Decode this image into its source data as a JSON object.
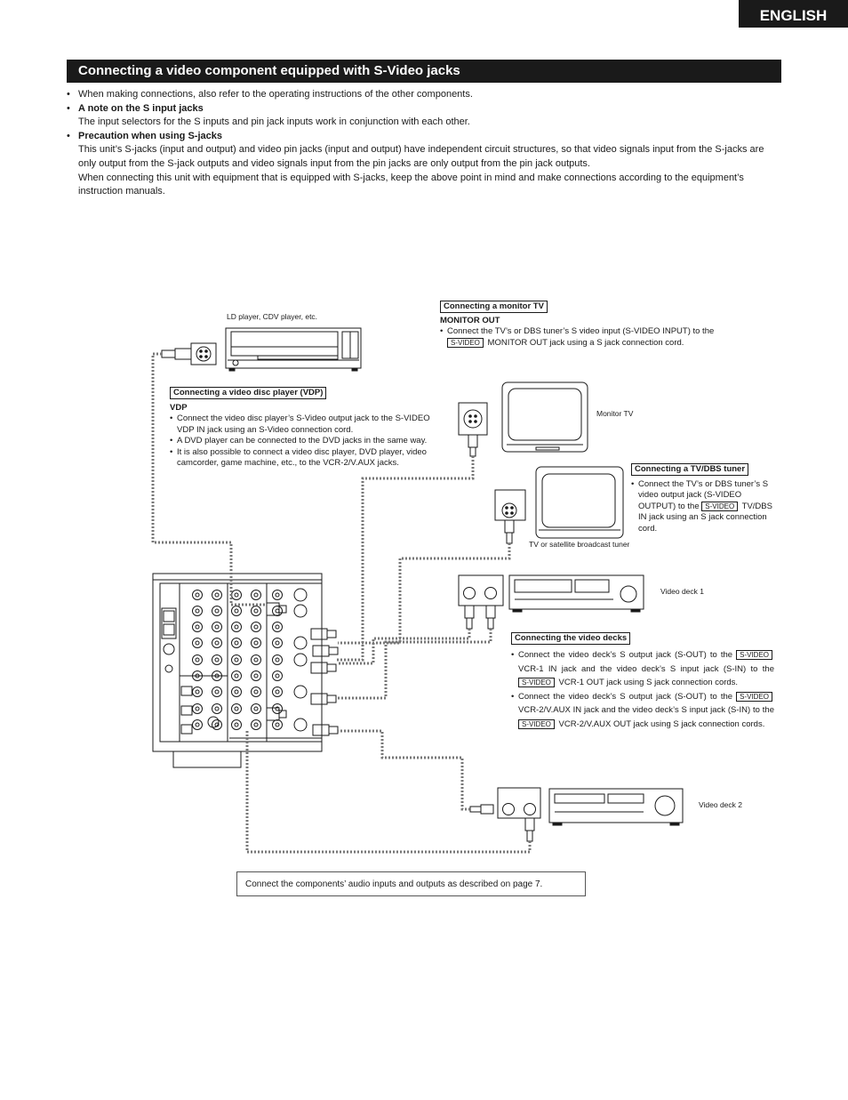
{
  "header": {
    "language_tab": "ENGLISH",
    "section_title": "Connecting a video component equipped with S-Video jacks"
  },
  "intro": {
    "bullet1": "When making connections, also refer to the operating instructions of the other components.",
    "bullet2_head": "A note on the S input jacks",
    "bullet2_text": "The input selectors for the S inputs and pin jack inputs work in conjunction with each other.",
    "bullet3_head": "Precaution when using S-jacks",
    "bullet3_text1": "This unit’s S-jacks (input and output) and video pin jacks (input and output) have independent circuit structures, so that video signals input  from the S-jacks are only output from the S-jack outputs and video signals input from the pin jacks are only output from the pin jack outputs.",
    "bullet3_text2": "When connecting this unit with equipment that is equipped with S-jacks, keep the above point in mind and make connections according to the equipment’s instruction manuals."
  },
  "diagram": {
    "ld_caption": "LD player, CDV player, etc.",
    "monitor_tv_caption": "Monitor TV",
    "tuner_caption": "TV or satellite broadcast tuner",
    "video_deck1_caption": "Video deck 1",
    "video_deck2_caption": "Video deck 2",
    "svideo_badge": "S-VIDEO",
    "monitor": {
      "box_label": "Connecting a monitor TV",
      "head": "MONITOR OUT",
      "text_a": "Connect the TV’s or DBS tuner’s S video input (S-VIDEO INPUT) to the",
      "text_b": "MONITOR OUT jack using a S jack connection cord."
    },
    "vdp": {
      "box_label": "Connecting a video disc player (VDP)",
      "head": "VDP",
      "bullet1": "Connect the video disc player’s S-Video output jack to the S-VIDEO VDP IN jack using an S-Video connection cord.",
      "bullet2": "A DVD player can be connected to the DVD jacks in the same way.",
      "bullet3": "It is also possible to connect a video disc player, DVD player, video camcorder, game machine, etc., to the VCR-2/V.AUX jacks."
    },
    "tuner": {
      "box_label": "Connecting a TV/DBS tuner",
      "text_a": "Connect the TV’s or DBS tuner’s S video output jack (S-VIDEO OUTPUT) to the",
      "text_b": "TV/DBS IN jack using an S jack connection cord."
    },
    "decks": {
      "box_label": "Connecting the video decks",
      "b1_a": "Connect the video deck’s S output jack (S-OUT) to the",
      "b1_b": "VCR-1 IN jack and the video deck’s S input jack (S-IN) to the",
      "b1_c": "VCR-1 OUT jack using S jack connection cords.",
      "b2_a": "Connect the video deck’s S output jack (S-OUT) to the",
      "b2_b": "VCR-2/V.AUX IN jack and the video deck’s S input jack (S-IN) to the",
      "b2_c": "VCR-2/V.AUX OUT jack using S jack connection cords."
    }
  },
  "footer": {
    "note": "Connect the components’ audio inputs and outputs as described on page 7."
  }
}
